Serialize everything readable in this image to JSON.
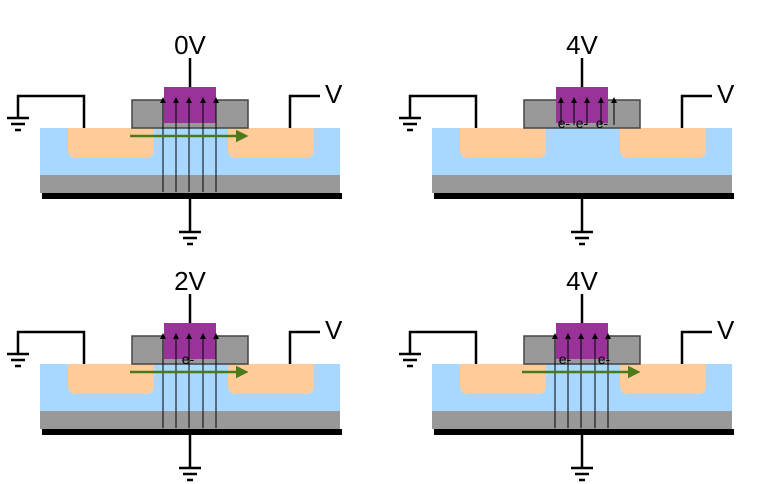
{
  "colors": {
    "substrate": "#a8d8ff",
    "doped_region": "#ffcc99",
    "oxide": "#999999",
    "gate": "#993399",
    "metal_base": "#000000",
    "current_arrow": "#4a7a1a",
    "wire": "#000000"
  },
  "panels": [
    {
      "gate_voltage": "0V",
      "drain_voltage": "V",
      "electrons": [],
      "channel_formed": false,
      "current_arrow": true,
      "arrow_mode": "full",
      "gate_wire_full": true
    },
    {
      "gate_voltage": "4V",
      "drain_voltage": "V",
      "electrons": [
        "e-",
        "e-",
        "e-"
      ],
      "channel_formed": true,
      "current_arrow": false,
      "arrow_mode": "stub",
      "gate_wire_full": false
    },
    {
      "gate_voltage": "2V",
      "drain_voltage": "V",
      "electrons": [
        "e-"
      ],
      "channel_formed": false,
      "current_arrow": true,
      "arrow_mode": "full",
      "gate_wire_full": true
    },
    {
      "gate_voltage": "4V",
      "drain_voltage": "V",
      "electrons": [
        "e-",
        "e-"
      ],
      "channel_formed": true,
      "current_arrow": true,
      "arrow_mode": "full",
      "gate_wire_full": true
    }
  ]
}
